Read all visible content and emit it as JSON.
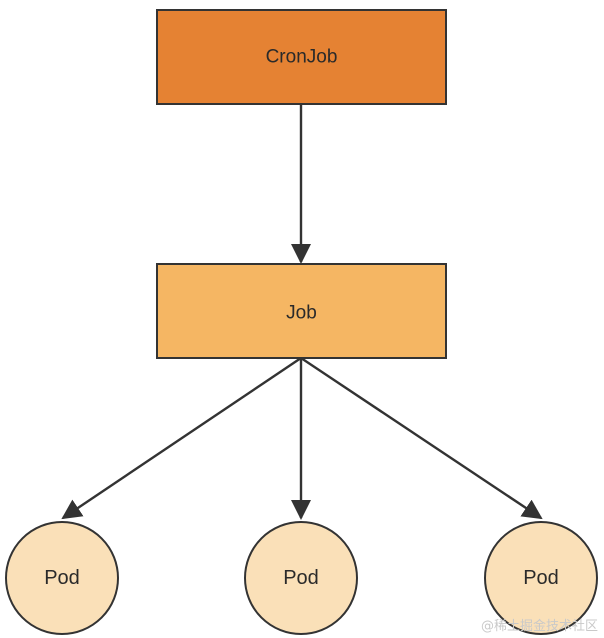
{
  "nodes": {
    "cronjob": {
      "label": "CronJob",
      "fill": "#e58233"
    },
    "job": {
      "label": "Job",
      "fill": "#f5b663"
    },
    "pods": [
      {
        "label": "Pod",
        "fill": "#fae0b8"
      },
      {
        "label": "Pod",
        "fill": "#fae0b8"
      },
      {
        "label": "Pod",
        "fill": "#fae0b8"
      }
    ]
  },
  "colors": {
    "stroke": "#333333",
    "text": "#2a2a2a"
  },
  "edges": [
    {
      "from": "CronJob",
      "to": "Job"
    },
    {
      "from": "Job",
      "to": "Pod 1"
    },
    {
      "from": "Job",
      "to": "Pod 2"
    },
    {
      "from": "Job",
      "to": "Pod 3"
    }
  ],
  "watermark": "@稀土掘金技术社区"
}
